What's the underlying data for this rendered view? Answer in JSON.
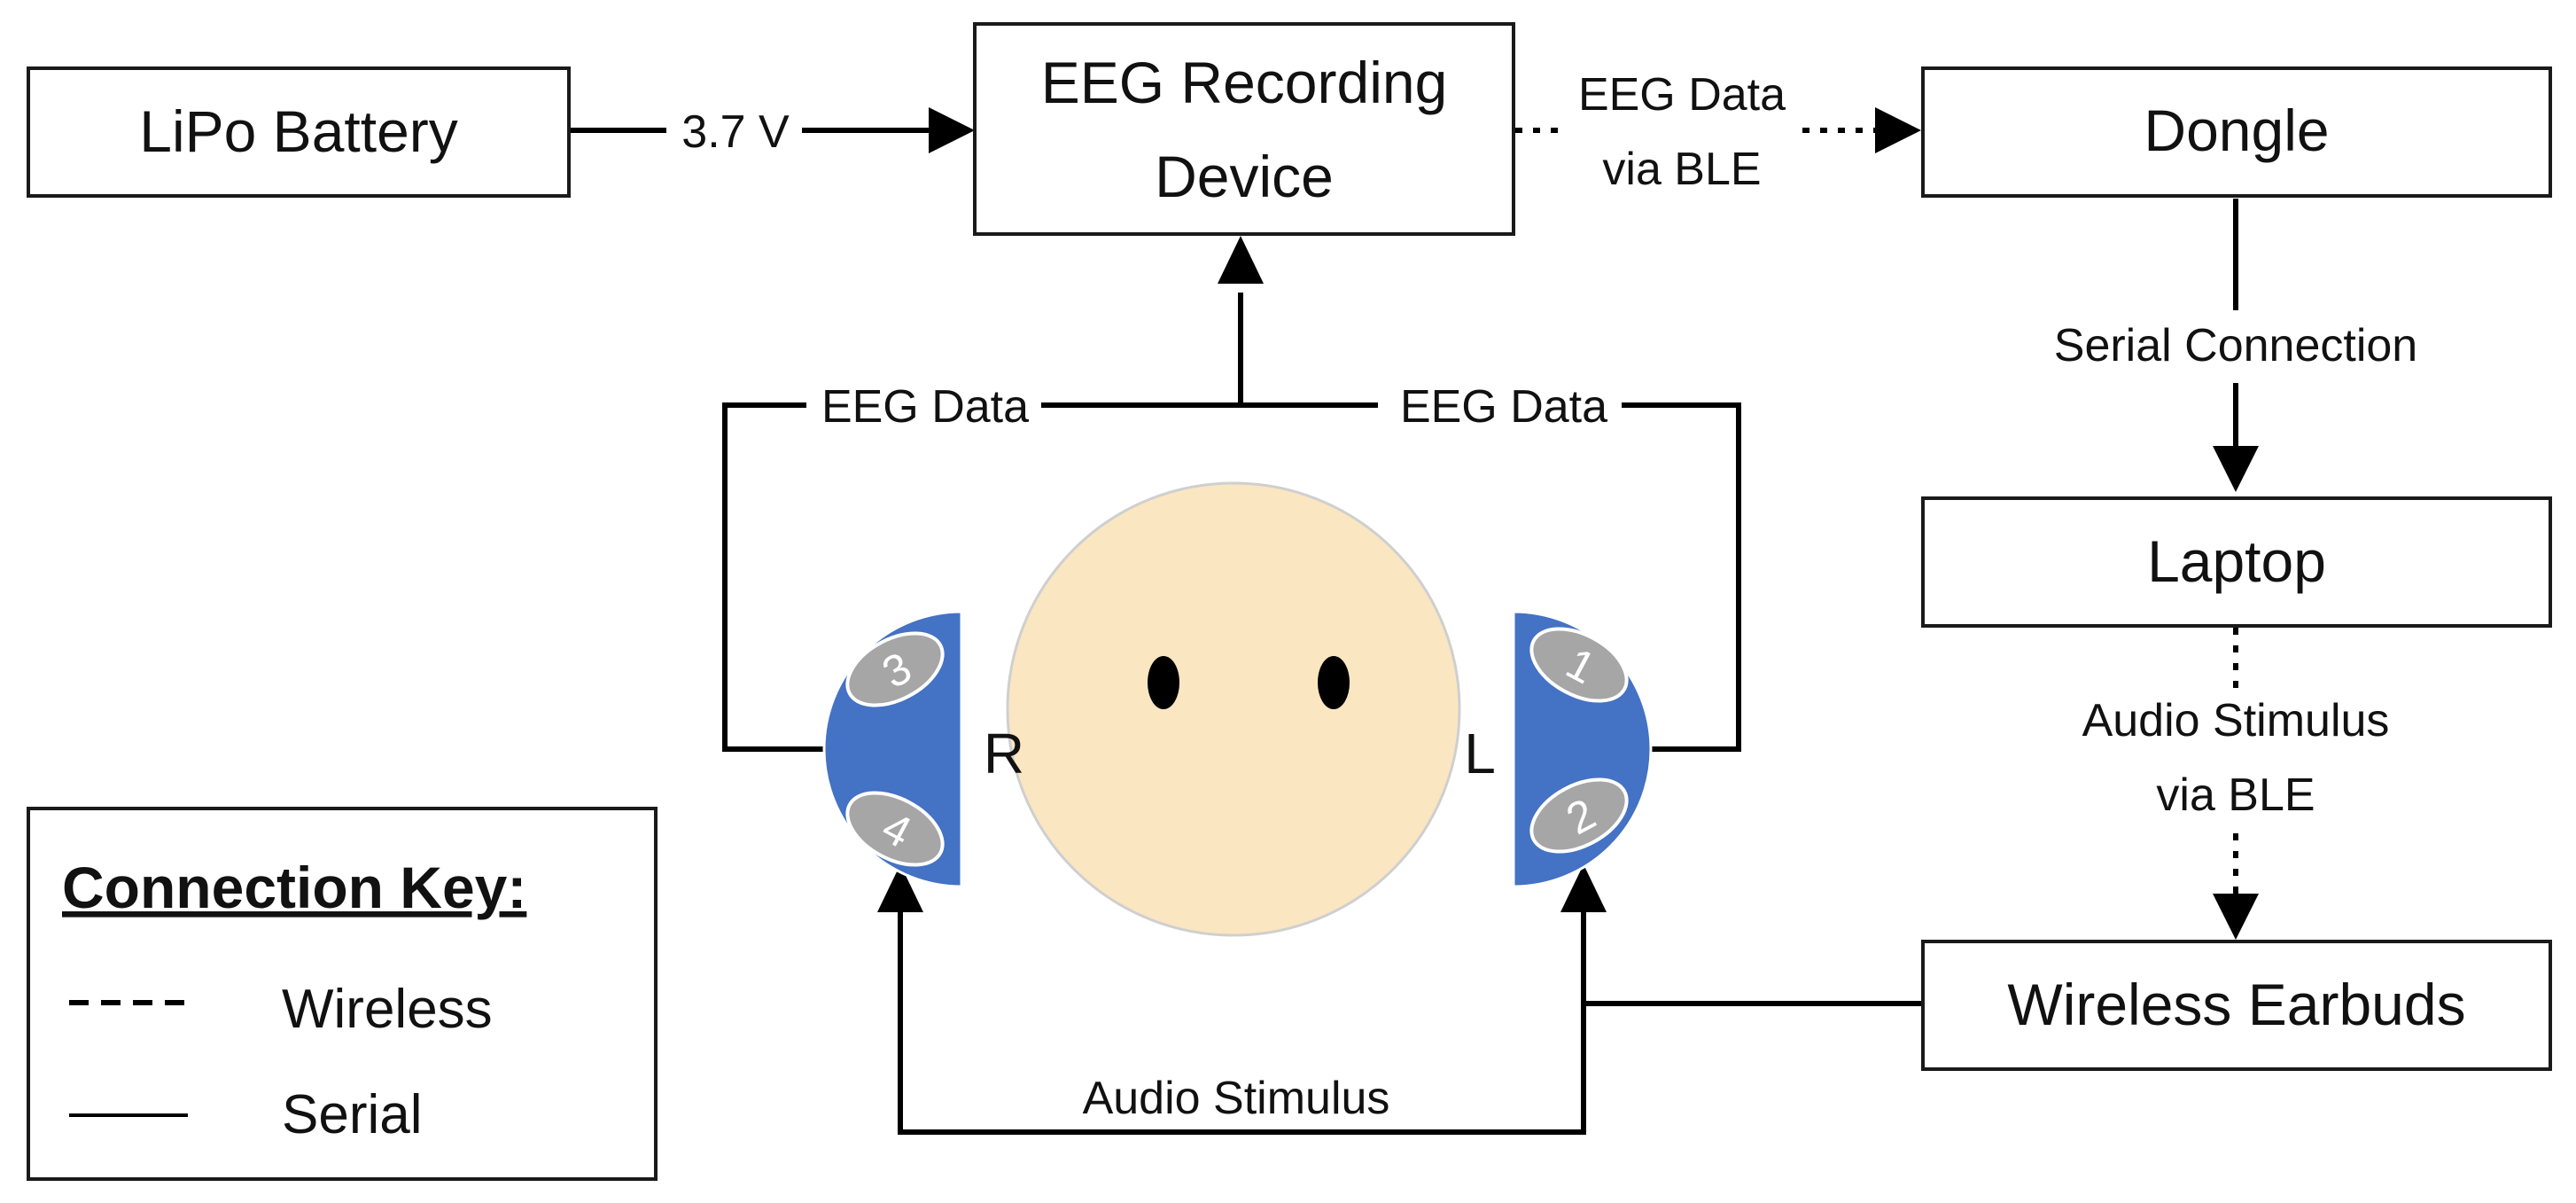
{
  "colors": {
    "face": "#fbe6c2",
    "face_outline": "#cfcfcf",
    "earbud": "#4472c4",
    "electrode": "#a6a6a6",
    "line": "#000000"
  },
  "boxes": {
    "battery": "LiPo Battery",
    "eeg_device_line1": "EEG Recording",
    "eeg_device_line2": "Device",
    "dongle": "Dongle",
    "laptop": "Laptop",
    "earbuds": "Wireless Earbuds"
  },
  "labels": {
    "voltage": "3.7 V",
    "ble_data_line1": "EEG Data",
    "ble_data_line2": "via BLE",
    "serial_connection": "Serial Connection",
    "audio_ble_line1": "Audio Stimulus",
    "audio_ble_line2": "via BLE",
    "eeg_data_right": "EEG Data",
    "eeg_data_left": "EEG Data",
    "audio_stimulus": "Audio Stimulus",
    "side_right": "R",
    "side_left": "L"
  },
  "electrodes": [
    "1",
    "2",
    "3",
    "4"
  ],
  "key": {
    "title": "Connection Key:",
    "wireless": "Wireless",
    "serial": "Serial"
  }
}
